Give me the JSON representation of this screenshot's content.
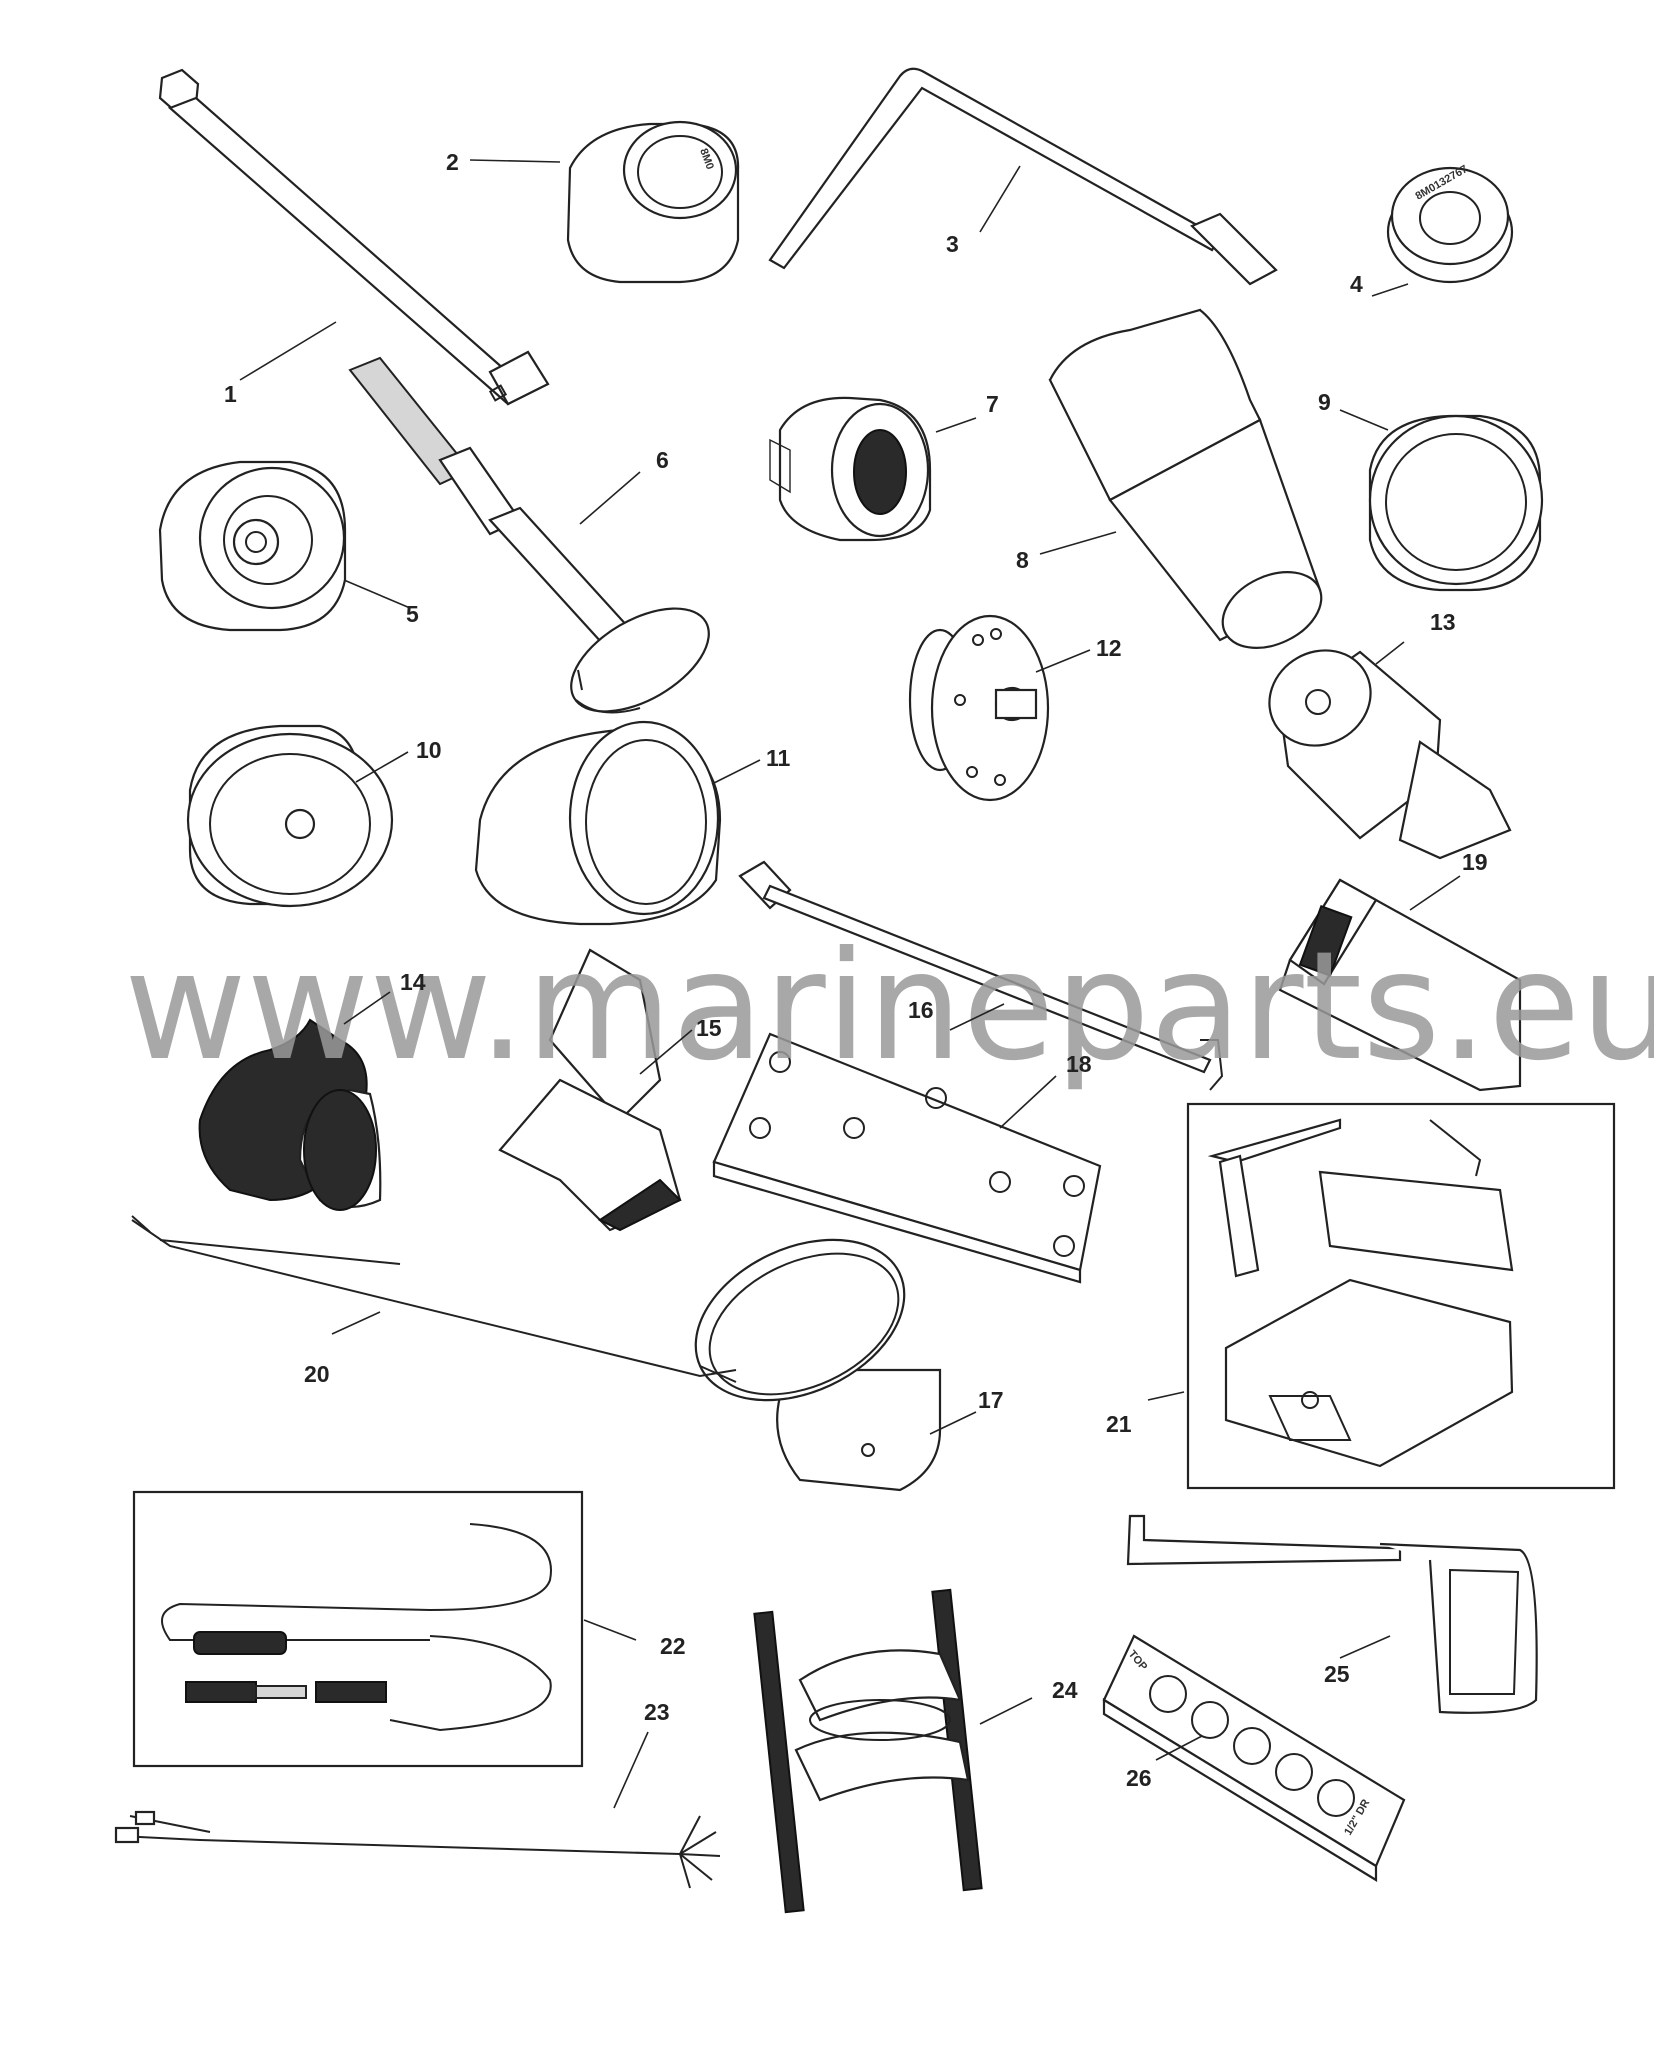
{
  "watermark": "www.marineparts.eu",
  "callouts": [
    {
      "id": "1",
      "text": "1"
    },
    {
      "id": "2",
      "text": "2"
    },
    {
      "id": "3",
      "text": "3"
    },
    {
      "id": "4",
      "text": "4"
    },
    {
      "id": "5",
      "text": "5"
    },
    {
      "id": "6",
      "text": "6"
    },
    {
      "id": "7",
      "text": "7"
    },
    {
      "id": "8",
      "text": "8"
    },
    {
      "id": "9",
      "text": "9"
    },
    {
      "id": "10",
      "text": "10"
    },
    {
      "id": "11",
      "text": "11"
    },
    {
      "id": "12",
      "text": "12"
    },
    {
      "id": "13",
      "text": "13"
    },
    {
      "id": "14",
      "text": "14"
    },
    {
      "id": "15",
      "text": "15"
    },
    {
      "id": "16",
      "text": "16"
    },
    {
      "id": "17",
      "text": "17"
    },
    {
      "id": "18",
      "text": "18"
    },
    {
      "id": "19",
      "text": "19"
    },
    {
      "id": "20",
      "text": "20"
    },
    {
      "id": "21",
      "text": "21"
    },
    {
      "id": "22",
      "text": "22"
    },
    {
      "id": "23",
      "text": "23"
    },
    {
      "id": "24",
      "text": "24"
    },
    {
      "id": "25",
      "text": "25"
    },
    {
      "id": "26",
      "text": "26"
    }
  ],
  "part_stamps": {
    "item4": "8M0132767",
    "item26_top": "TOP",
    "item26_side": "1/2\" DR"
  }
}
